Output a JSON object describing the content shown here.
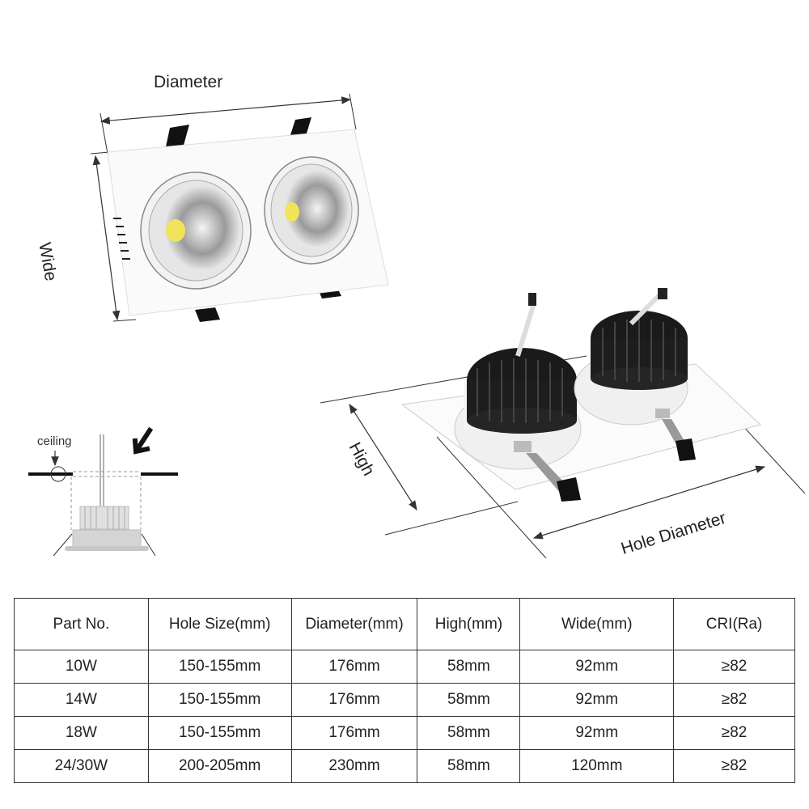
{
  "diagram": {
    "top_product": {
      "dimension_labels": {
        "diameter": "Diameter",
        "wide": "Wide"
      }
    },
    "side_product": {
      "dimension_labels": {
        "high": "High",
        "hole_diameter": "Hole Diameter"
      }
    },
    "installation": {
      "ceiling_label": "ceiling"
    }
  },
  "spec_table": {
    "headers": [
      "Part No.",
      "Hole Size(mm)",
      "Diameter(mm)",
      "High(mm)",
      "Wide(mm)",
      "CRI(Ra)"
    ],
    "rows": [
      [
        "10W",
        "150-155mm",
        "176mm",
        "58mm",
        "92mm",
        "≥82"
      ],
      [
        "14W",
        "150-155mm",
        "176mm",
        "58mm",
        "92mm",
        "≥82"
      ],
      [
        "18W",
        "150-155mm",
        "176mm",
        "58mm",
        "92mm",
        "≥82"
      ],
      [
        "24/30W",
        "200-205mm",
        "230mm",
        "58mm",
        "120mm",
        "≥82"
      ]
    ]
  }
}
